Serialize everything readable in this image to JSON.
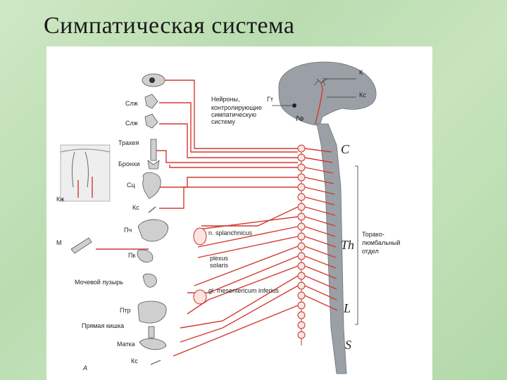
{
  "slide": {
    "title": "Симпатическая система"
  },
  "labels": {
    "K": "К",
    "Kc": "Кс",
    "neurons_line1": "Нейроны,",
    "neurons_line2": "контролирующие",
    "neurons_line3": "симпатическую",
    "neurons_line4": "систему",
    "Gt": "Гт",
    "GF": "ГФ",
    "C": "C",
    "Th": "Th",
    "L": "L",
    "S": "S",
    "thoraco_1": "Торако-",
    "thoraco_2": "люмбальный",
    "thoraco_3": "отдел",
    "Slzh1": "Слж",
    "Slzh2": "Слж",
    "Trachea": "Трахея",
    "Bronchi": "Бронхи",
    "Sts": "Сц",
    "Ks1": "Кс",
    "Kzh": "Кж",
    "Pch": "Пч",
    "M": "М",
    "Pk": "Пк",
    "splanchnicus": "n. splanchnicus",
    "plexus": "plexus",
    "solaris": "solaris",
    "bladder": "Мочевой пузырь",
    "mesentericum": "gl. mesentericum inferius",
    "Ptr": "Птр",
    "rectum": "Прямая кишка",
    "uterus": "Матка",
    "Ks2": "Кс",
    "A": "А"
  },
  "colors": {
    "nerve": "#d23a30",
    "spine": "#9aa0a6",
    "background": "#c8e4bd"
  }
}
